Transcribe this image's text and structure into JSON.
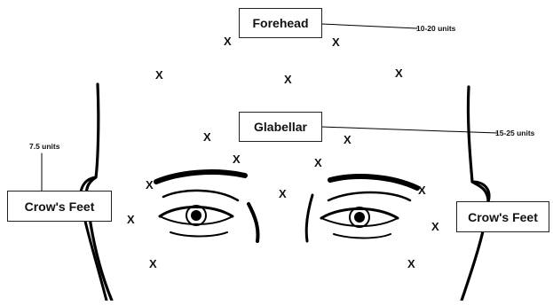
{
  "labels": {
    "forehead": "Forehead",
    "glabellar": "Glabellar",
    "crows_feet_left": "Crow's Feet",
    "crows_feet_right": "Crow's Feet"
  },
  "doses": {
    "forehead": "10-20 units",
    "glabellar": "15-25 units",
    "crows_feet": "7.5 units"
  },
  "marker": "X"
}
